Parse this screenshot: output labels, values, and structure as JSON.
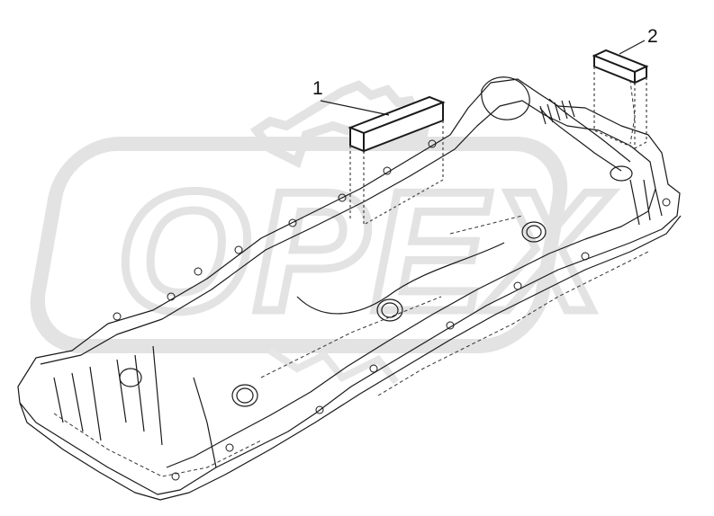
{
  "watermark": {
    "text": "OPEX",
    "color": "#e6e6e6"
  },
  "callouts": [
    {
      "label": "1"
    },
    {
      "label": "2"
    }
  ],
  "colors": {
    "line": "#1a1a1a",
    "dashed": "#333333",
    "background": "#ffffff"
  }
}
